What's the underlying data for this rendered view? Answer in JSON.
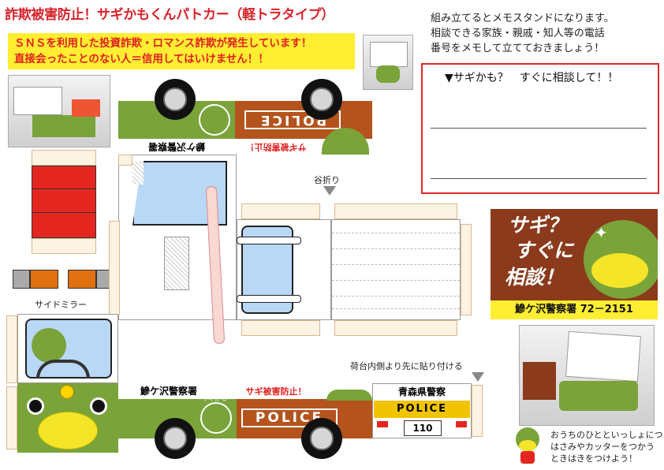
{
  "header": {
    "title": "詐欺被害防止！サギかもくんパトカー（軽トラタイプ）",
    "warning_line1": "ＳＮＳを利用した投資詐欺・ロマンス詐欺が発生しています！",
    "warning_line2": "直接会ったことのない人＝信用してはいけません！！"
  },
  "instructions": {
    "line1": "組み立てるとメモスタンドになります。",
    "line2": "相談できる家族・親戚・知人等の電話",
    "line3": "番号をメモして立てておきましょう！"
  },
  "memo": {
    "title": "▼サギかも？　すぐに相談して！！"
  },
  "labels": {
    "side_mirror": "サイドミラー",
    "valley_fold": "谷折り",
    "paste_note": "荷台内側より先に貼り付ける"
  },
  "truck": {
    "police_text": "POLICE",
    "police_station": "鰺ケ沢警察署",
    "fraud_prevention": "サギ被害防止！",
    "prefecture_police": "青森県警察",
    "plate": "110",
    "mascot_text": "サギかも"
  },
  "banner": {
    "line1": "サギ？",
    "line2": "すぐに",
    "line3": "相談！",
    "contact": "鰺ケ沢警察署 72－2151"
  },
  "footer": {
    "line1": "おうちのひとといっしょにつくってね",
    "line2": "はさみやカッターをつかう",
    "line3": "ときはきをつけよう！"
  },
  "colors": {
    "title_red": "#d8232a",
    "warning_yellow": "#ffee32",
    "truck_green": "#7aa33a",
    "truck_brown": "#b4531c",
    "banner_brown": "#8b3a1c"
  }
}
